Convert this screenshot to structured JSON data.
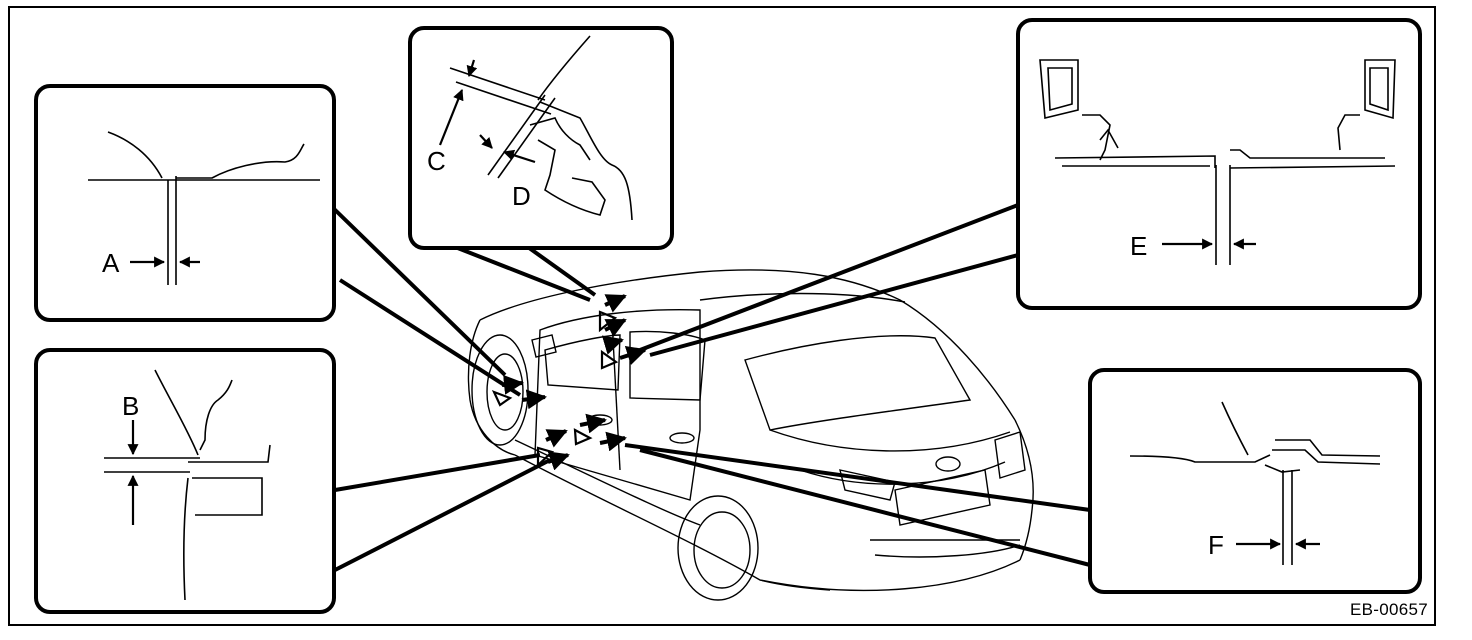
{
  "labels": {
    "A": "A",
    "B": "B",
    "C": "C",
    "D": "D",
    "E": "E",
    "F": "F"
  },
  "figure_code": "EB-00657"
}
